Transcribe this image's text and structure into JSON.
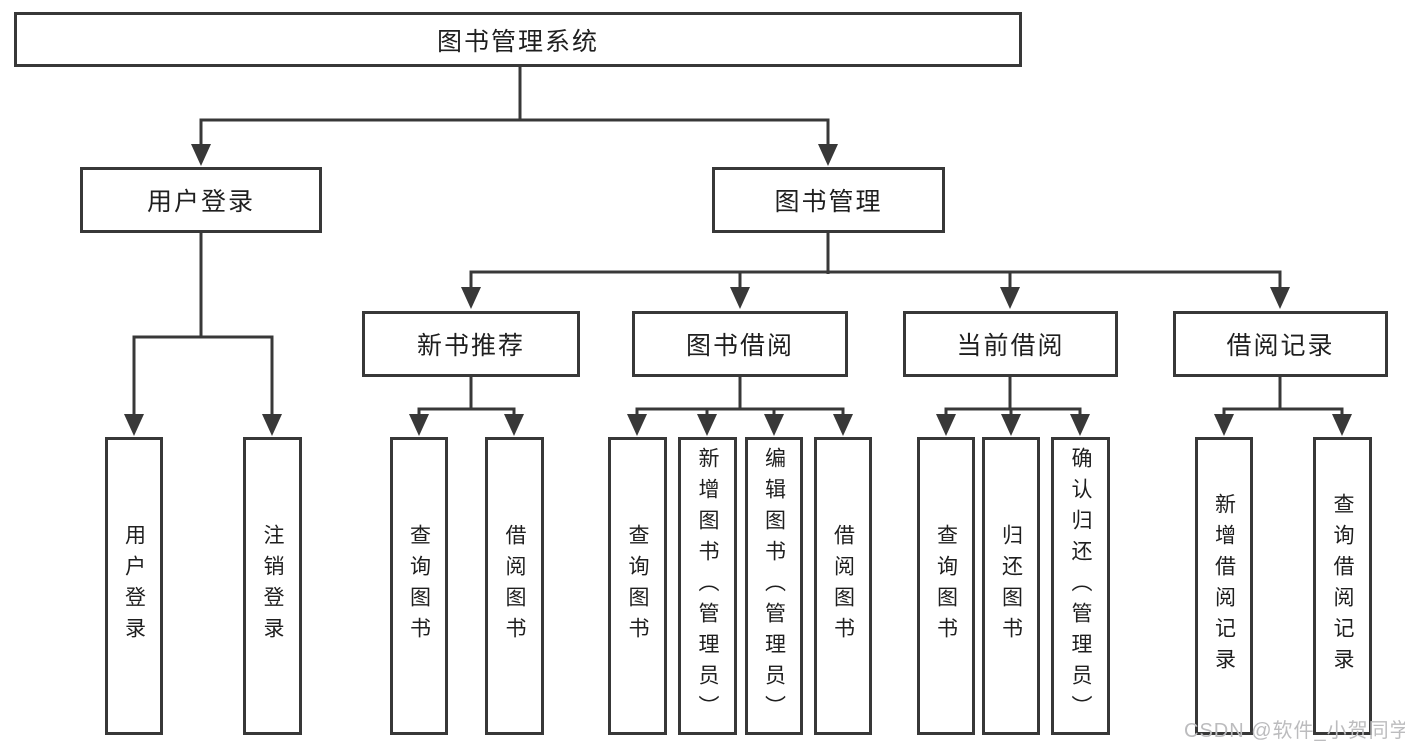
{
  "diagram": {
    "title": "图书管理系统",
    "level2": {
      "user_login": {
        "label": "用户登录"
      },
      "book_mgmt": {
        "label": "图书管理"
      }
    },
    "level3": {
      "new_books": {
        "label": "新书推荐"
      },
      "borrowing": {
        "label": "图书借阅"
      },
      "current": {
        "label": "当前借阅"
      },
      "records": {
        "label": "借阅记录"
      }
    },
    "leaves": {
      "user_login": {
        "login": "用户登录",
        "logout": "注销登录"
      },
      "new_books": {
        "query": "查询图书",
        "borrow": "借阅图书"
      },
      "borrowing": {
        "query": "查询图书",
        "add": "新增图书（管理员）",
        "edit": "编辑图书（管理员）",
        "borrow": "借阅图书"
      },
      "current": {
        "query": "查询图书",
        "return": "归还图书",
        "confirm": "确认归还（管理员）"
      },
      "records": {
        "add": "新增借阅记录",
        "query": "查询借阅记录"
      }
    },
    "line_color": "#383838"
  },
  "watermark": "CSDN @软件_小贺同学"
}
